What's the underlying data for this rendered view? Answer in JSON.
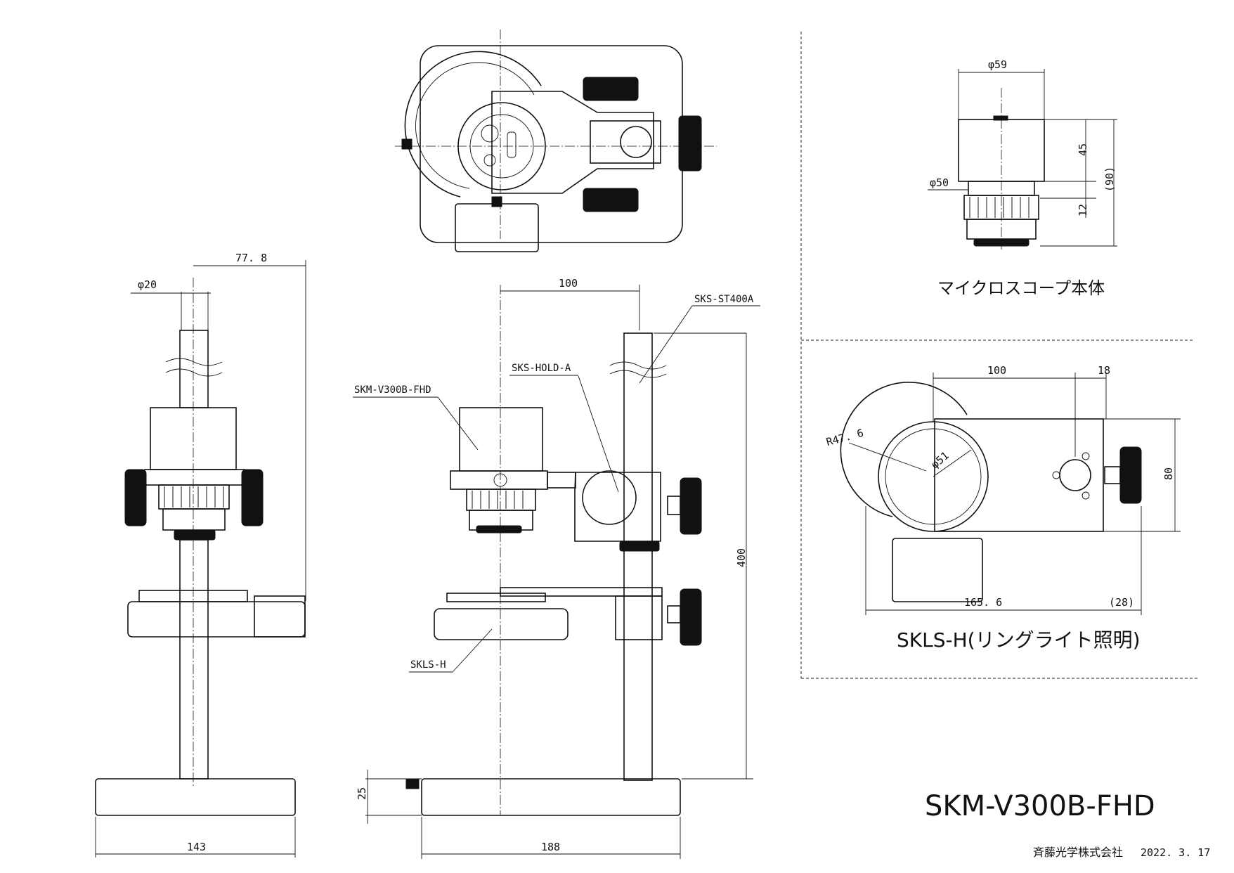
{
  "title": "SKM-V300B-FHD",
  "company": "斉藤光学株式会社",
  "date": "2022. 3. 17",
  "section_titles": {
    "scope_body": "マイクロスコープ本体",
    "ring_light": "SKLS-H(リングライト照明)"
  },
  "part_labels": {
    "stand": "SKS-ST400A",
    "holder": "SKS-HOLD-A",
    "camera": "SKM-V300B-FHD",
    "light": "SKLS-H"
  },
  "dimensions": {
    "side_pillar_dia": "φ20",
    "side_offset": "77. 8",
    "side_base_width": "143",
    "front_offset": "100",
    "front_height": "400",
    "front_base_height": "25",
    "front_base_width": "188",
    "body_dia_top": "φ59",
    "body_dia_bottom": "φ50",
    "body_h1": "45",
    "body_h2": "12",
    "body_total": "(90)",
    "light_len": "100",
    "light_end": "18",
    "light_radius": "R47. 6",
    "light_inner_dia": "φ51",
    "light_height": "80",
    "light_total": "165. 6",
    "light_knob": "(28)"
  }
}
